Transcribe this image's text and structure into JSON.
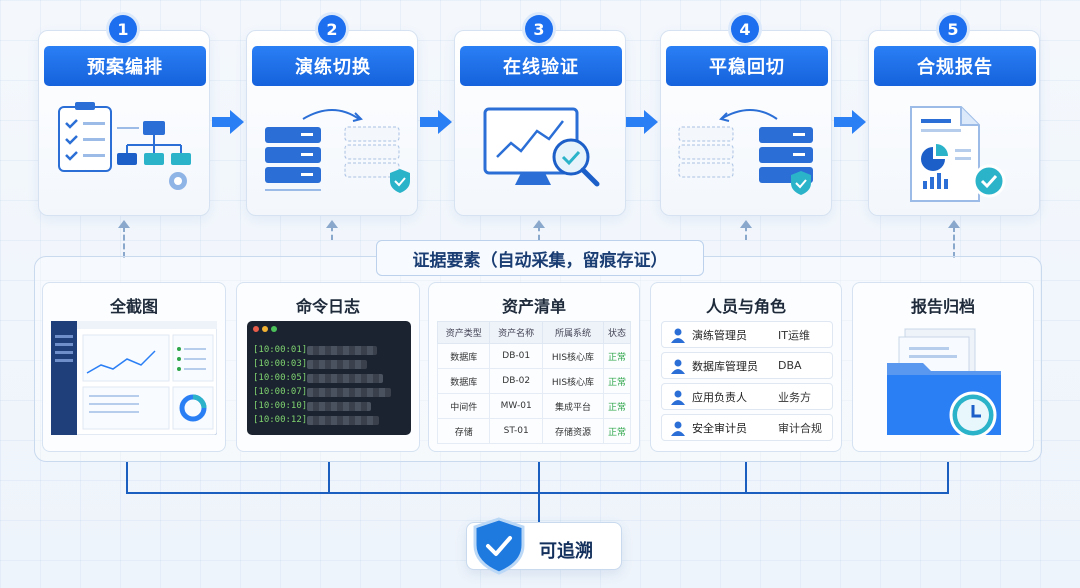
{
  "steps": [
    {
      "num": "1",
      "title": "预案编排",
      "icon": "plan-icon"
    },
    {
      "num": "2",
      "title": "演练切换",
      "icon": "switch-icon"
    },
    {
      "num": "3",
      "title": "在线验证",
      "icon": "verify-icon"
    },
    {
      "num": "4",
      "title": "平稳回切",
      "icon": "switchback-icon"
    },
    {
      "num": "5",
      "title": "合规报告",
      "icon": "report-icon"
    }
  ],
  "evidence": {
    "title": "证据要素（自动采集，留痕存证）",
    "cards": {
      "screenshot": {
        "title": "全截图"
      },
      "log": {
        "title": "命令日志",
        "lines": [
          "[10:00:01]",
          "[10:00:03]",
          "[10:00:05]",
          "[10:00:07]",
          "[10:00:10]",
          "[10:00:12]"
        ]
      },
      "assets": {
        "title": "资产清单",
        "headers": [
          "资产类型",
          "资产名称",
          "所属系统",
          "状态"
        ],
        "rows": [
          [
            "数据库",
            "DB-01",
            "HIS核心库",
            "正常"
          ],
          [
            "数据库",
            "DB-02",
            "HIS核心库",
            "正常"
          ],
          [
            "中间件",
            "MW-01",
            "集成平台",
            "正常"
          ],
          [
            "存储",
            "ST-01",
            "存储资源",
            "正常"
          ]
        ]
      },
      "roles": {
        "title": "人员与角色",
        "rows": [
          {
            "name": "演练管理员",
            "resp": "IT运维"
          },
          {
            "name": "数据库管理员",
            "resp": "DBA"
          },
          {
            "name": "应用负责人",
            "resp": "业务方"
          },
          {
            "name": "安全审计员",
            "resp": "审计合规"
          }
        ]
      },
      "archive": {
        "title": "报告归档"
      }
    }
  },
  "traceable": {
    "label": "可追溯"
  },
  "colors": {
    "accent": "#1d6ff0",
    "ok": "#2ea64a",
    "teal": "#2bb3c9"
  }
}
